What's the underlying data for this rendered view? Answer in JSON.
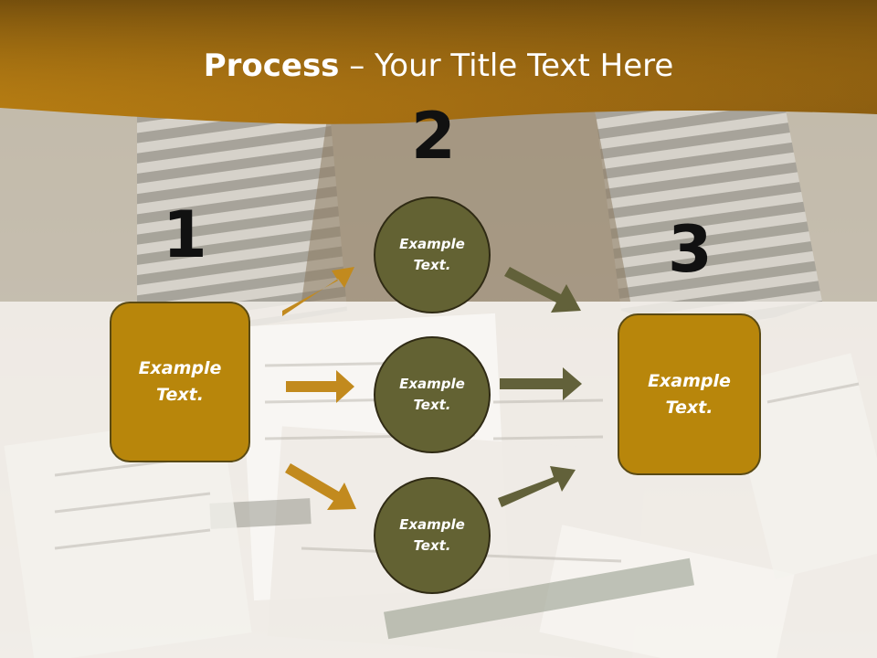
{
  "title": {
    "bold": "Process",
    "rest": " – Your Title Text Here"
  },
  "steps": [
    "1",
    "2",
    "3"
  ],
  "left_box": {
    "label": "Example\nText."
  },
  "circles": [
    {
      "label": "Example\nText."
    },
    {
      "label": "Example\nText."
    },
    {
      "label": "Example\nText."
    }
  ],
  "right_box": {
    "label": "Example\nText."
  },
  "colors": {
    "header": "#9a6a10",
    "box": "#b8860b",
    "circle": "#636233",
    "arrow_gold": "#c28a1e",
    "arrow_olive": "#62613a"
  }
}
